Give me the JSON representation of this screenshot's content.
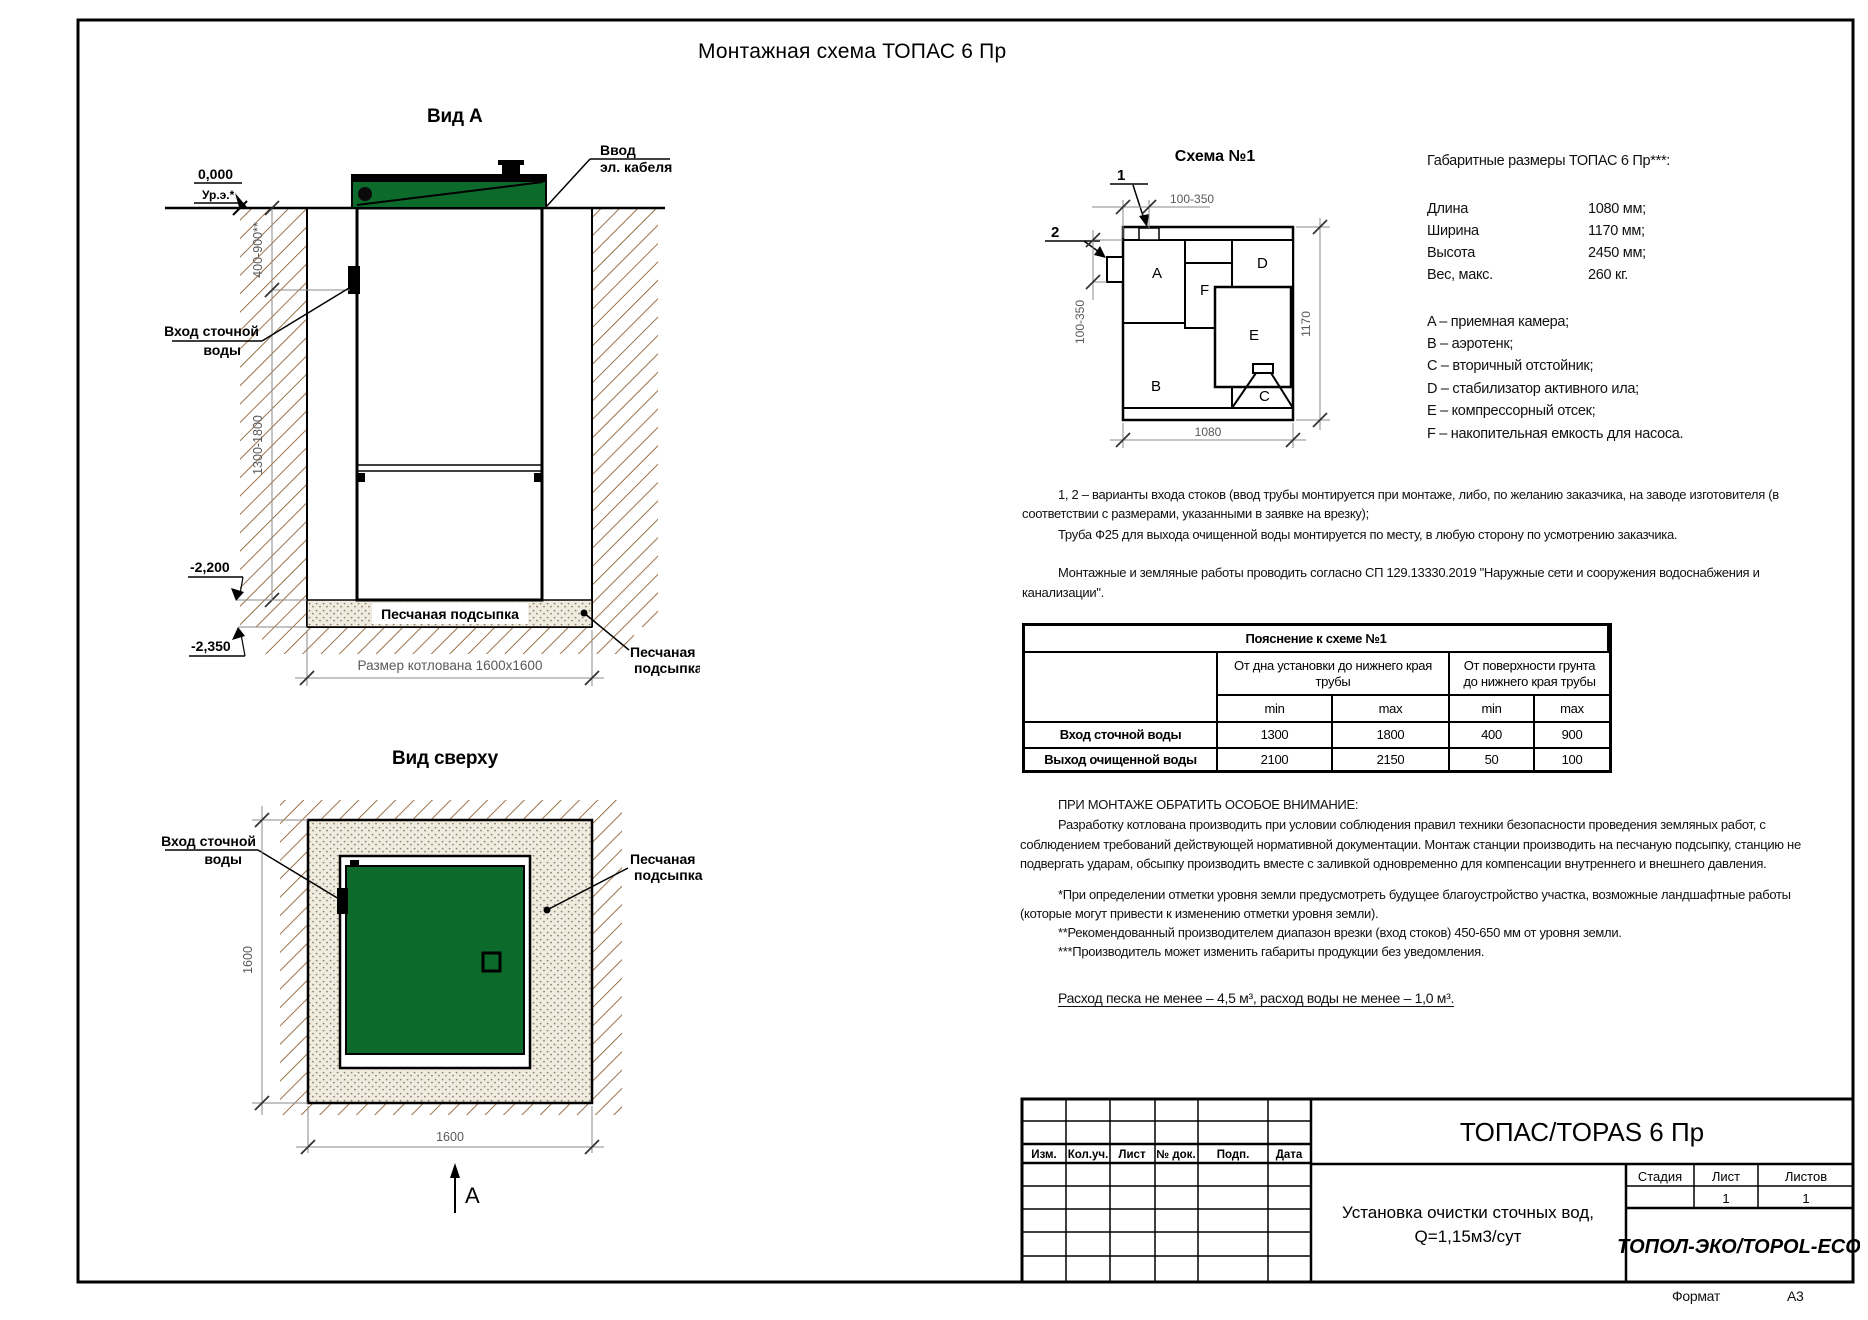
{
  "page": {
    "title": "Монтажная схема ТОПАС 6 Пр",
    "format_label": "Формат",
    "format_value": "А3"
  },
  "side": {
    "title": "Вид А",
    "level_zero": "0,000",
    "level_zero_note": "Ур.э.*",
    "cable_line1": "Ввод",
    "cable_line2": "эл. кабеля",
    "inlet_line1": "Вход сточной",
    "inlet_line2": "воды",
    "dim_upper": "400-900**",
    "dim_lower": "1300-1800",
    "level_2200": "-2,200",
    "level_2350": "-2,350",
    "sand_band_label": "Песчаная подсыпка",
    "sand_callout_line1": "Песчаная",
    "sand_callout_line2": "подсыпка",
    "pit_dim_label": "Размер котлована 1600х1600"
  },
  "top": {
    "title": "Вид сверху",
    "inlet_line1": "Вход сточной",
    "inlet_line2": "воды",
    "sand_callout_line1": "Песчаная",
    "sand_callout_line2": "подсыпка",
    "dim_left": "1600",
    "dim_bottom": "1600",
    "section_mark": "А"
  },
  "scheme": {
    "title": "Схема №1",
    "marker1": "1",
    "marker2": "2",
    "dim_top": "100-350",
    "dim_left": "100-350",
    "dim_right": "1170",
    "dim_bottom": "1080",
    "chambers": {
      "a": "A",
      "b": "B",
      "c": "C",
      "d": "D",
      "e": "E",
      "f": "F"
    }
  },
  "specs": {
    "heading": "Габаритные размеры ТОПАС 6 Пр***:",
    "rows": [
      {
        "label": "Длина",
        "value": "1080 мм;"
      },
      {
        "label": "Ширина",
        "value": "1170 мм;"
      },
      {
        "label": "Высота",
        "value": "2450 мм;"
      },
      {
        "label": "Вес, макс.",
        "value": "260 кг."
      }
    ],
    "legend": [
      "A – приемная камера;",
      "B – аэротенк;",
      "C – вторичный отстойник;",
      "D – стабилизатор активного ила;",
      "E – компрессорный отсек;",
      "F – накопительная емкость для насоса."
    ]
  },
  "notes": {
    "p1_line1": "1, 2 – варианты входа стоков (ввод трубы монтируется при монтаже, либо, по желанию заказчика, на заводе изготовителя (в",
    "p1_line2": "соответствии с размерами, указанными в заявке на врезку);",
    "p1_line3": "Труба Ф25 для выхода очищенной воды монтируется по месту, в любую сторону по усмотрению заказчика.",
    "p2_line1": "Монтажные и земляные работы проводить согласно СП 129.13330.2019 \"Наружные сети и сооружения водоснабжения и",
    "p2_line2": "канализации\".",
    "attention": "ПРИ МОНТАЖЕ ОБРАТИТЬ ОСОБОЕ ВНИМАНИЕ:",
    "p3_line1": "Разработку котлована производить при условии соблюдения правил техники безопасности проведения земляных работ, с",
    "p3_line2": "соблюдением требований действующей нормативной документации. Монтаж станции производить на песчаную подсыпку, станцию не",
    "p3_line3": "подвергать ударам, обсыпку производить вместе с заливкой одновременно для компенсации внутреннего и внешнего давления.",
    "p4_line1": "*При определении отметки уровня земли предусмотреть будущее благоустройство участка, возможные ландшафтные работы",
    "p4_line2": "(которые могут привести к изменению отметки уровня земли).",
    "p4_line3": "**Рекомендованный производителем диапазон врезки (вход стоков) 450-650 мм от уровня земли.",
    "p4_line4": "***Производитель может изменить габариты продукции без уведомления.",
    "consumption": "Расход песка не менее – 4,5 м³, расход воды не менее – 1,0 м³."
  },
  "table": {
    "title": "Пояснение к схеме №1",
    "group1": "От дна установки до нижнего края трубы",
    "group2": "От поверхности грунта до нижнего края трубы",
    "min": "min",
    "max": "max",
    "rows": [
      {
        "label": "Вход сточной воды",
        "v1": "1300",
        "v2": "1800",
        "v3": "400",
        "v4": "900"
      },
      {
        "label": "Выход очищенной воды",
        "v1": "2100",
        "v2": "2150",
        "v3": "50",
        "v4": "100"
      }
    ]
  },
  "stamp": {
    "col1": "Изм.",
    "col2": "Кол.уч.",
    "col3": "Лист",
    "col4": "№ док.",
    "col5": "Подп.",
    "col6": "Дата",
    "product": "ТОПАС/TOPAS 6 Пр",
    "desc_line1": "Установка очистки сточных вод,",
    "desc_line2": "Q=1,15м3/сут",
    "stage_label": "Стадия",
    "sheet_label": "Лист",
    "sheets_label": "Листов",
    "sheet_value": "1",
    "sheets_value": "1",
    "company": "ТОПОЛ-ЭКО/TOPOL-ECO"
  },
  "colors": {
    "green": "#0c6b2a",
    "soil": "#8a5a2b",
    "sand": "#f0ebdf"
  }
}
